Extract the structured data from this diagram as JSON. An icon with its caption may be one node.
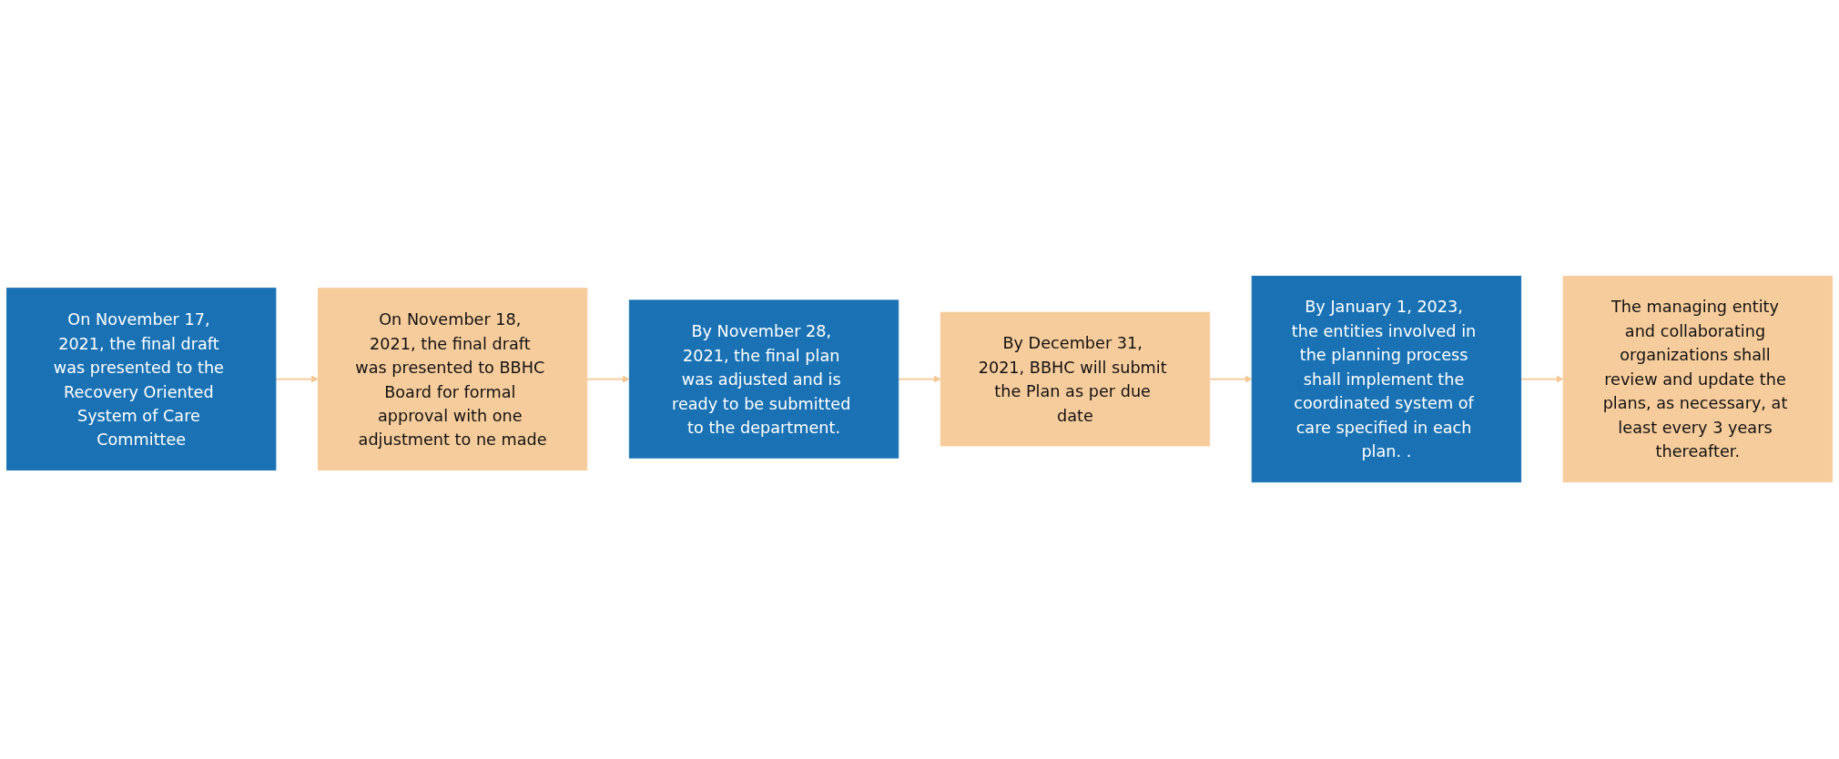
{
  "diagram": {
    "nodes": [
      {
        "text": [
          "On November 17, 2021, the final draft was presented to the Recovery Oriented System of Care Committee"
        ]
      },
      {
        "text": [
          "On November 18, 2021, the final draft was presented to BBHC Board for formal approval with one adjustment to ne made"
        ]
      },
      {
        "text": [
          "By November 28, 2021, the final plan was adjusted and is ready to be submitted to the department."
        ]
      },
      {
        "text": [
          "By December 31, 2021, BBHC will submit the Plan as per due date"
        ]
      },
      {
        "text": [
          "By January 1, 2023, the entities involved in the planning process shall implement the coordinated system of care specified in each plan. ."
        ]
      },
      {
        "text": [
          "The managing entity and collaborating organizations shall review and update the plans, as necessary, at least every 3 years thereafter."
        ]
      }
    ],
    "edges": [
      {
        "from": 0,
        "to": 1,
        "arrow": "to"
      },
      {
        "from": 1,
        "to": 2,
        "arrow": "to"
      },
      {
        "from": 2,
        "to": 3,
        "arrow": "to"
      },
      {
        "from": 3,
        "to": 4,
        "arrow": "to"
      },
      {
        "from": 4,
        "to": 5,
        "arrow": "to"
      }
    ]
  }
}
